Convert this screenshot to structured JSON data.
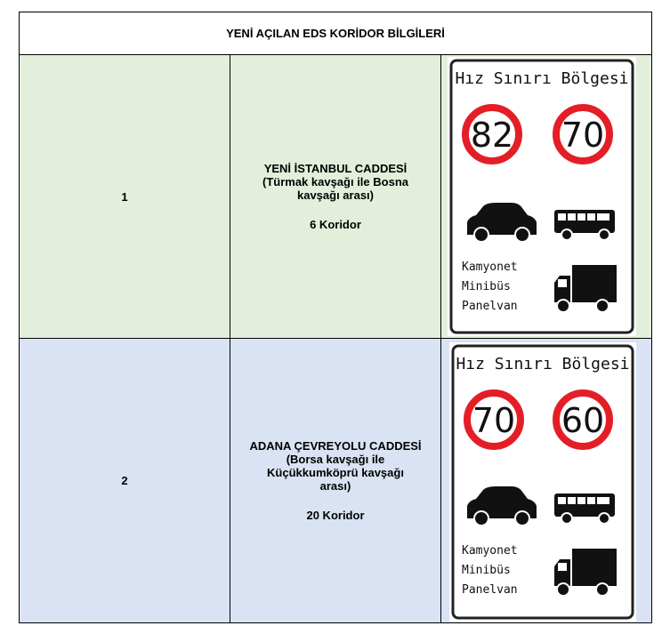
{
  "title": "YENİ AÇILAN EDS KORİDOR BİLGİLERİ",
  "rows": [
    {
      "no": "1",
      "street": "YENİ İSTANBUL CADDESİ",
      "segment": "(Türmak kavşağı ile Bosna kavşağı arası)",
      "corridors": "6 Koridor",
      "sign": {
        "heading": "Hız Sınırı Bölgesi",
        "car_limit": "82",
        "bus_limit": "70",
        "vehicle_lines": [
          "Kamyonet",
          "Minibüs",
          "Panelvan"
        ]
      }
    },
    {
      "no": "2",
      "street": "ADANA ÇEVREYOLU CADDESİ",
      "segment": "(Borsa kavşağı ile Küçükkumköprü kavşağı arası)",
      "corridors": "20 Koridor",
      "sign": {
        "heading": "Hız Sınırı Bölgesi",
        "car_limit": "70",
        "bus_limit": "60",
        "vehicle_lines": [
          "Kamyonet",
          "Minibüs",
          "Panelvan"
        ]
      }
    }
  ],
  "colors": {
    "row1_bg": "#e3efda",
    "row2_bg": "#dae3f3",
    "sign_red": "#e41e26"
  }
}
